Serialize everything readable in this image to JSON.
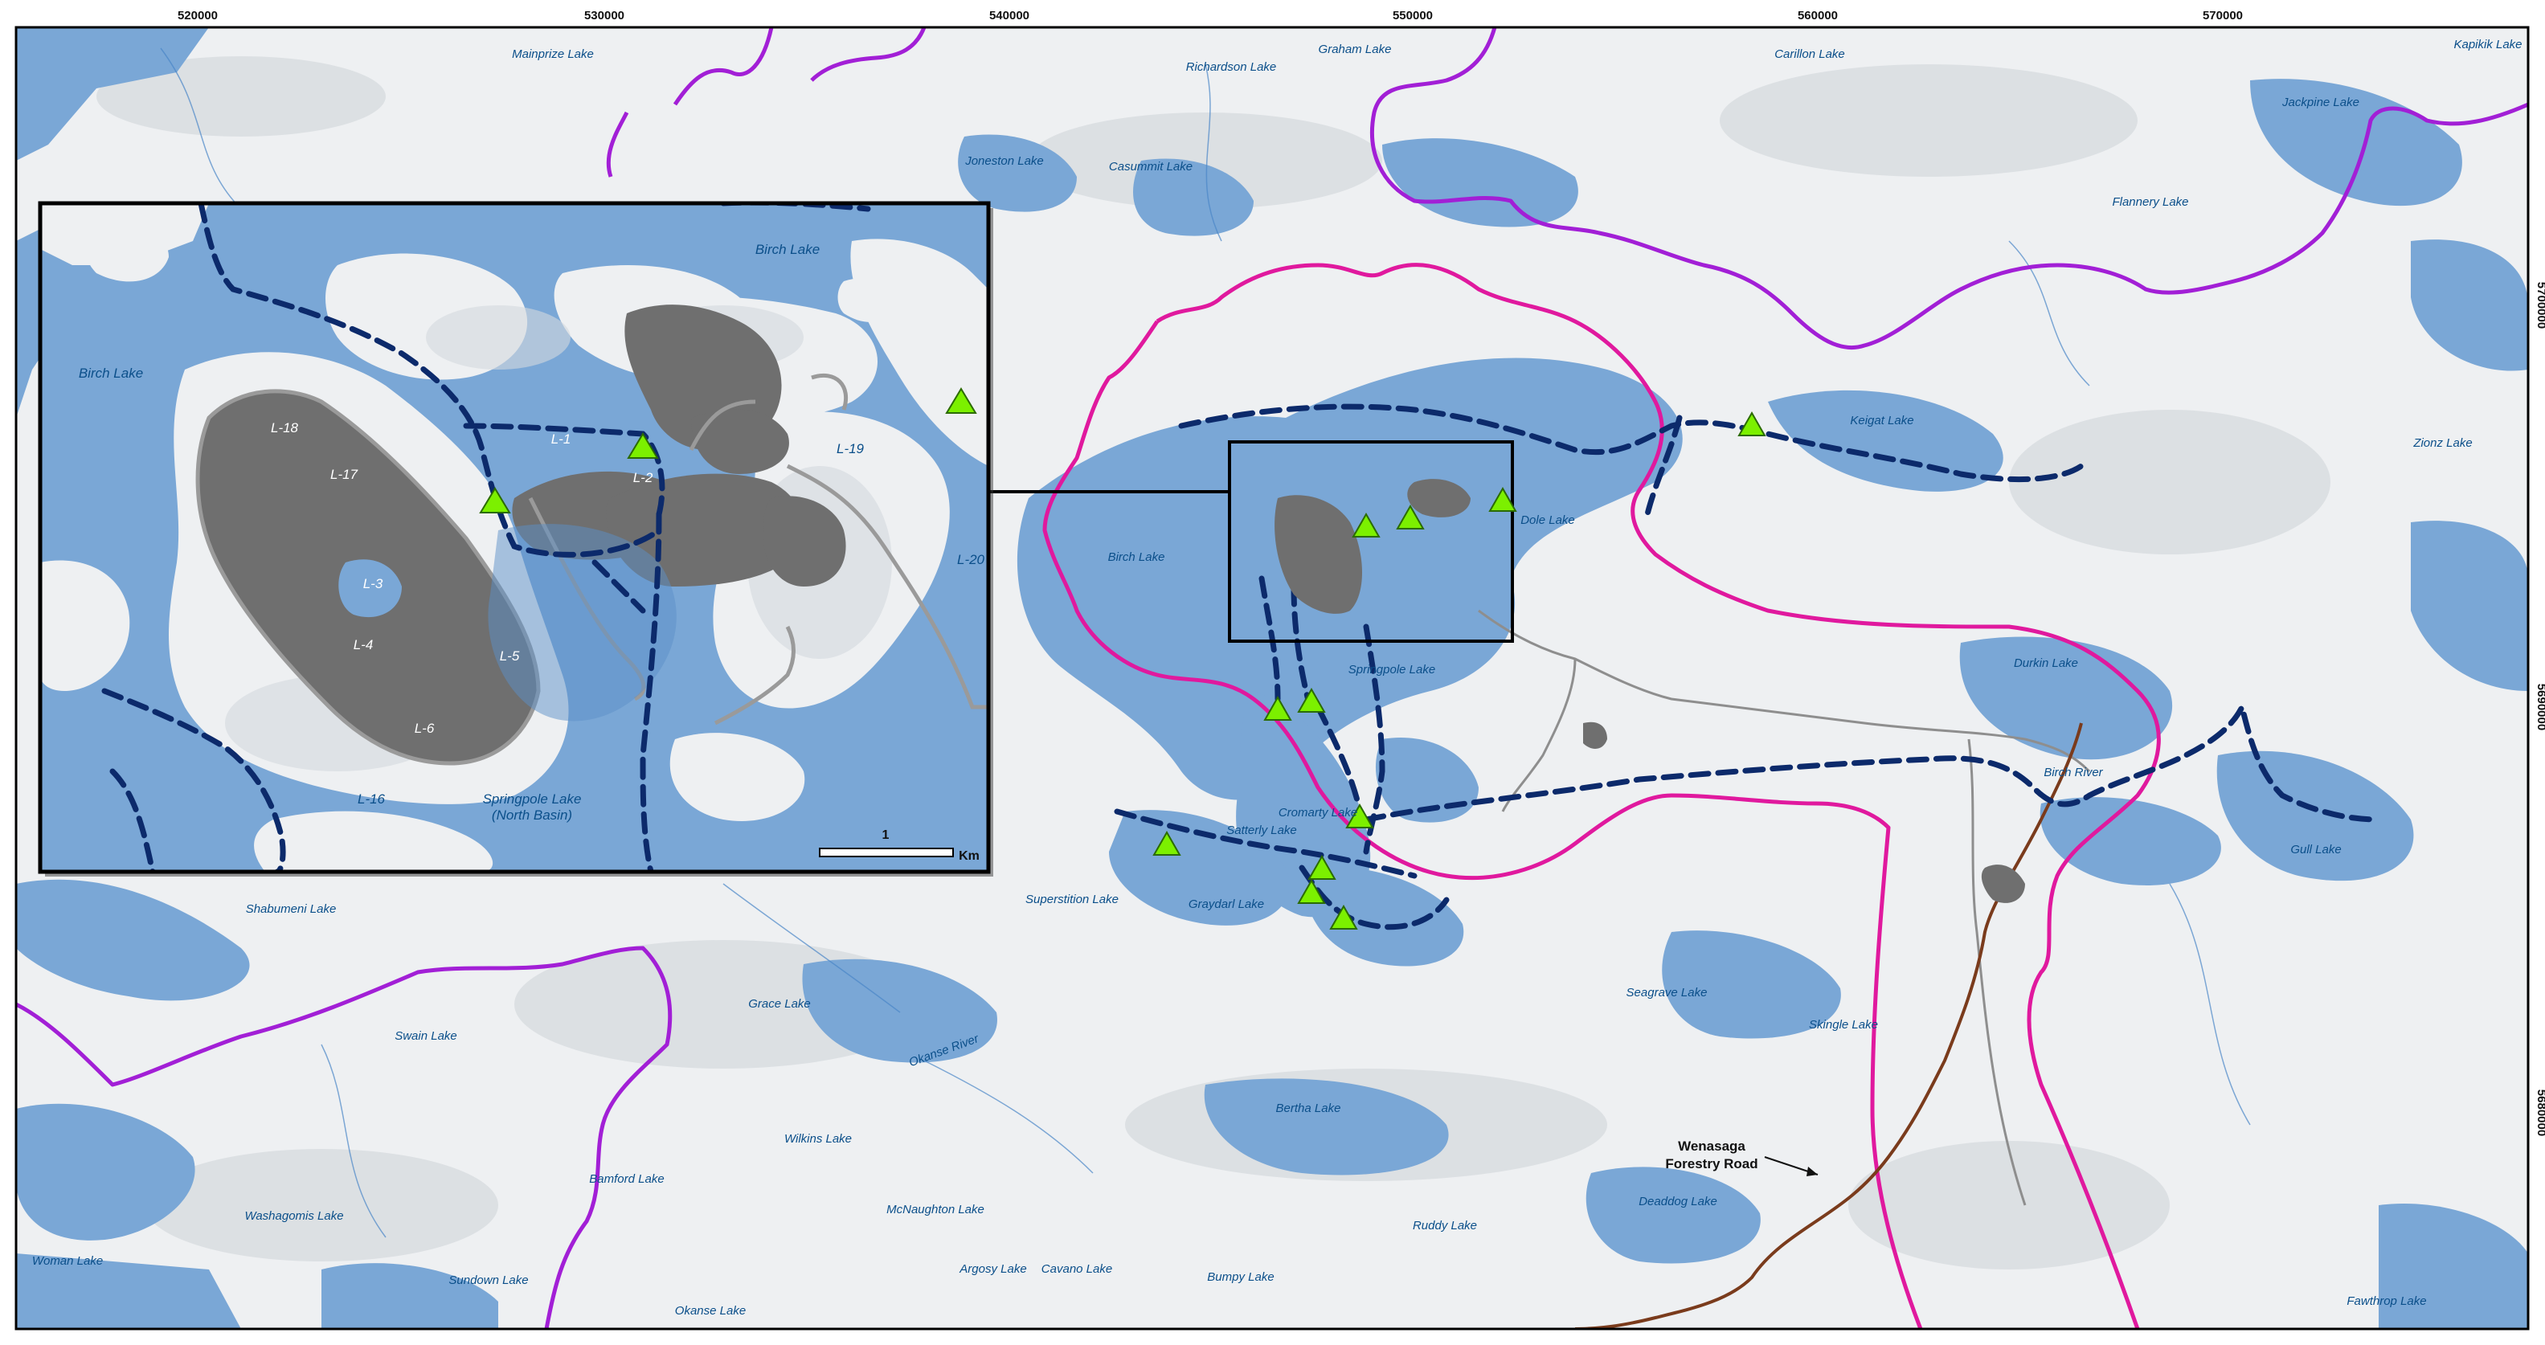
{
  "colors": {
    "water": "#7aa7d6",
    "land": "#eef0f2",
    "land_shade": "#cfd3d8",
    "mine_grey": "#6f6f6f",
    "transect_dark_blue": "#0c2a6b",
    "boundary_magenta": "#e0199e",
    "watershed_purple": "#a21fd6",
    "forestry_road_brown": "#7a3b1c",
    "access_road_grey": "#8e8e8e",
    "station_green": "#7cf000",
    "frame_black": "#000000"
  },
  "axes": {
    "easting_ticks": [
      "520000",
      "530000",
      "540000",
      "550000",
      "560000",
      "570000"
    ],
    "northing_ticks": [
      "5700000",
      "5690000",
      "5680000"
    ]
  },
  "lake_labels": [
    "Mainprize Lake",
    "Richardson Lake",
    "Graham Lake",
    "Carillon Lake",
    "Kapikik Lake",
    "Joneston Lake",
    "Casummit Lake",
    "Jackpine Lake",
    "Flannery Lake",
    "Birch Lake",
    "Keigat Lake",
    "Zionz Lake",
    "Dole Lake",
    "Springpole Lake",
    "Durkin Lake",
    "Birch River",
    "Cromarty Lake",
    "Satterly Lake",
    "Superstition Lake",
    "Graydarl Lake",
    "Gull Lake",
    "Shabumeni Lake",
    "Grace Lake",
    "Seagrave Lake",
    "Skingle Lake",
    "Swain Lake",
    "Okanse River",
    "Bertha Lake",
    "Wilkins Lake",
    "Bamford Lake",
    "McNaughton Lake",
    "Ruddy Lake",
    "Deaddog Lake",
    "Washagomis Lake",
    "Woman Lake",
    "Sundown Lake",
    "Argosy Lake",
    "Cavano Lake",
    "Bumpy Lake",
    "Okanse Lake",
    "Fawthrop Lake"
  ],
  "road_label": [
    "Wenasaga",
    "Forestry Road"
  ],
  "inset": {
    "water_labels": [
      "Birch Lake",
      "Birch Lake",
      "Springpole Lake",
      "(North Basin)",
      "L-16",
      "L-19",
      "L-20"
    ],
    "pit_labels": [
      "L-18",
      "L-17",
      "L-3",
      "L-4",
      "L-5",
      "L-6",
      "L-1",
      "L-2"
    ],
    "scale_value": "1",
    "scale_unit": "Km"
  }
}
